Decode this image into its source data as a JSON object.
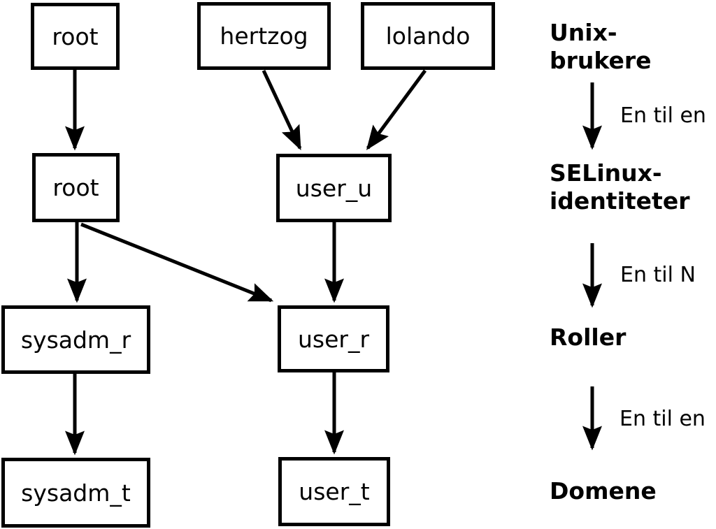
{
  "diagram": {
    "background": "#ffffff",
    "stroke_color": "#000000",
    "nodes": {
      "unix_root": {
        "label": "root"
      },
      "unix_hertzog": {
        "label": "hertzog"
      },
      "unix_lolando": {
        "label": "lolando"
      },
      "selinux_root": {
        "label": "root"
      },
      "selinux_user_u": {
        "label": "user_u"
      },
      "role_sysadm_r": {
        "label": "sysadm_r"
      },
      "role_user_r": {
        "label": "user_r"
      },
      "domain_sysadm_t": {
        "label": "sysadm_t"
      },
      "domain_user_t": {
        "label": "user_t"
      }
    },
    "edges": [
      {
        "from": "unix_root",
        "to": "selinux_root"
      },
      {
        "from": "unix_hertzog",
        "to": "selinux_user_u"
      },
      {
        "from": "unix_lolando",
        "to": "selinux_user_u"
      },
      {
        "from": "selinux_root",
        "to": "role_sysadm_r"
      },
      {
        "from": "selinux_root",
        "to": "role_user_r"
      },
      {
        "from": "selinux_user_u",
        "to": "role_user_r"
      },
      {
        "from": "role_sysadm_r",
        "to": "domain_sysadm_t"
      },
      {
        "from": "role_user_r",
        "to": "domain_user_t"
      }
    ],
    "legend": {
      "levels": [
        {
          "label": "Unix-brukere"
        },
        {
          "label": "SELinux-\nidentiteter"
        },
        {
          "label": "Roller"
        },
        {
          "label": "Domene"
        }
      ],
      "relations": [
        {
          "label": "En til en"
        },
        {
          "label": "En til N"
        },
        {
          "label": "En til en"
        }
      ]
    }
  }
}
